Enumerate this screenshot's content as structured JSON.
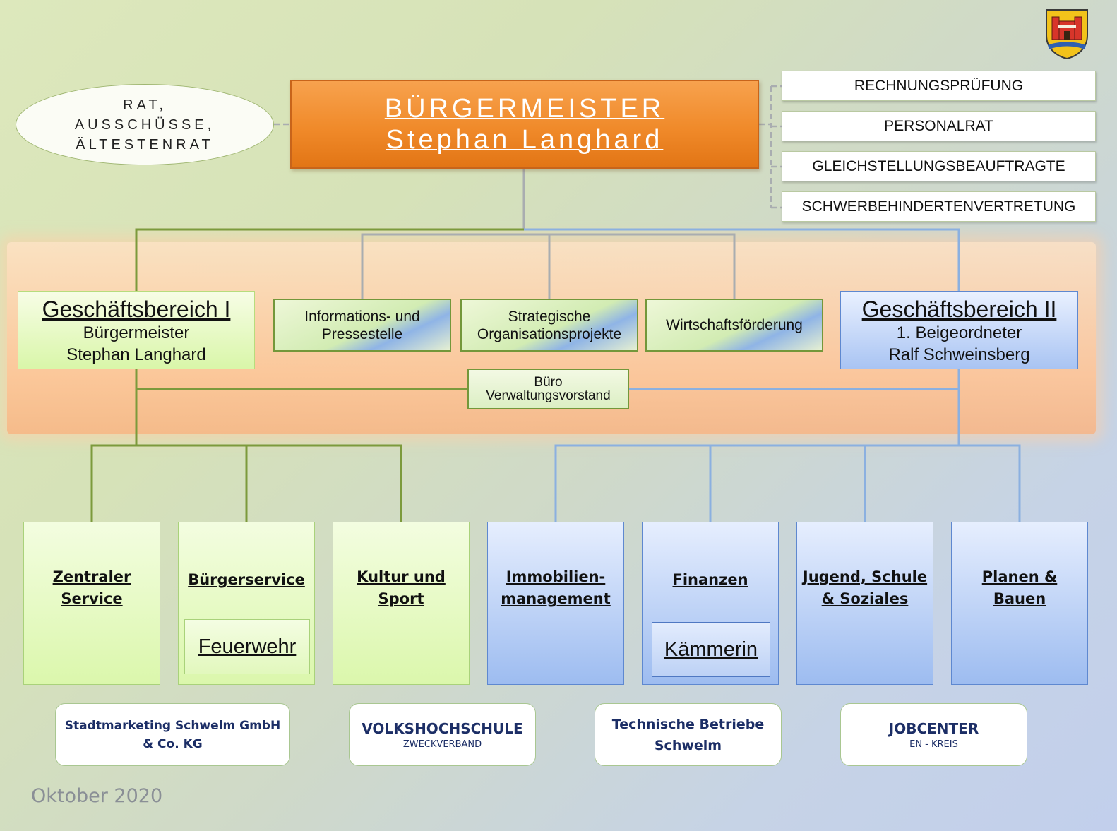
{
  "council": {
    "line1": "RAT,",
    "line2": "AUSSCHÜSSE,",
    "line3": "ÄLTESTENRAT"
  },
  "mayor": {
    "title": "BÜRGERMEISTER",
    "name": "Stephan Langhard"
  },
  "staff_units": [
    "RECHNUNGSPRÜFUNG",
    "PERSONALRAT",
    "GLEICHSTELLUNGSBEAUFTRAGTE",
    "SCHWERBEHINDERTENVERTRETUNG"
  ],
  "gb1": {
    "title": "Geschäftsbereich I",
    "role": "Bürgermeister",
    "name": "Stephan Langhard"
  },
  "gb2": {
    "title": "Geschäftsbereich II",
    "role": "1. Beigeordneter",
    "name": "Ralf Schweinsberg"
  },
  "central_units": {
    "info_line1": "Informations- und",
    "info_line2": "Pressestelle",
    "strat_line1": "Strategische",
    "strat_line2": "Organisationsprojekte",
    "wirtschaft": "Wirtschaftsförderung"
  },
  "buero": {
    "line1": "Büro",
    "line2": "Verwaltungsvorstand"
  },
  "departments": {
    "zentral": {
      "line1": "Zentraler",
      "line2": "Service"
    },
    "buergerservice": {
      "line1": "Bürgerservice",
      "sub": "Feuerwehr"
    },
    "kultur": {
      "line1": "Kultur und",
      "line2": "Sport"
    },
    "immobilien": {
      "line1": "Immobilien-",
      "line2": "management"
    },
    "finanzen": {
      "line1": "Finanzen",
      "sub": "Kämmerin"
    },
    "jugend": {
      "line1": "Jugend, Schule",
      "line2": "& Soziales"
    },
    "planen": {
      "line1": "Planen &",
      "line2": "Bauen"
    }
  },
  "external": {
    "stadtmarketing": {
      "line1": "Stadtmarketing Schwelm GmbH",
      "line2": "& Co. KG"
    },
    "vhs": {
      "line1": "VOLKSHOCHSCHULE",
      "line2": "ZWECKVERBAND"
    },
    "tbs": {
      "line1": "Technische Betriebe",
      "line2": "Schwelm"
    },
    "jobcenter": {
      "line1": "JOBCENTER",
      "line2": "EN - KREIS"
    }
  },
  "footer": {
    "date": "Oktober 2020"
  },
  "colors": {
    "green_line": "#7c9a3c",
    "blue_line": "#8bb0e0",
    "grey_line": "#a9adb0",
    "mayor_orange": "#f08a2a"
  }
}
